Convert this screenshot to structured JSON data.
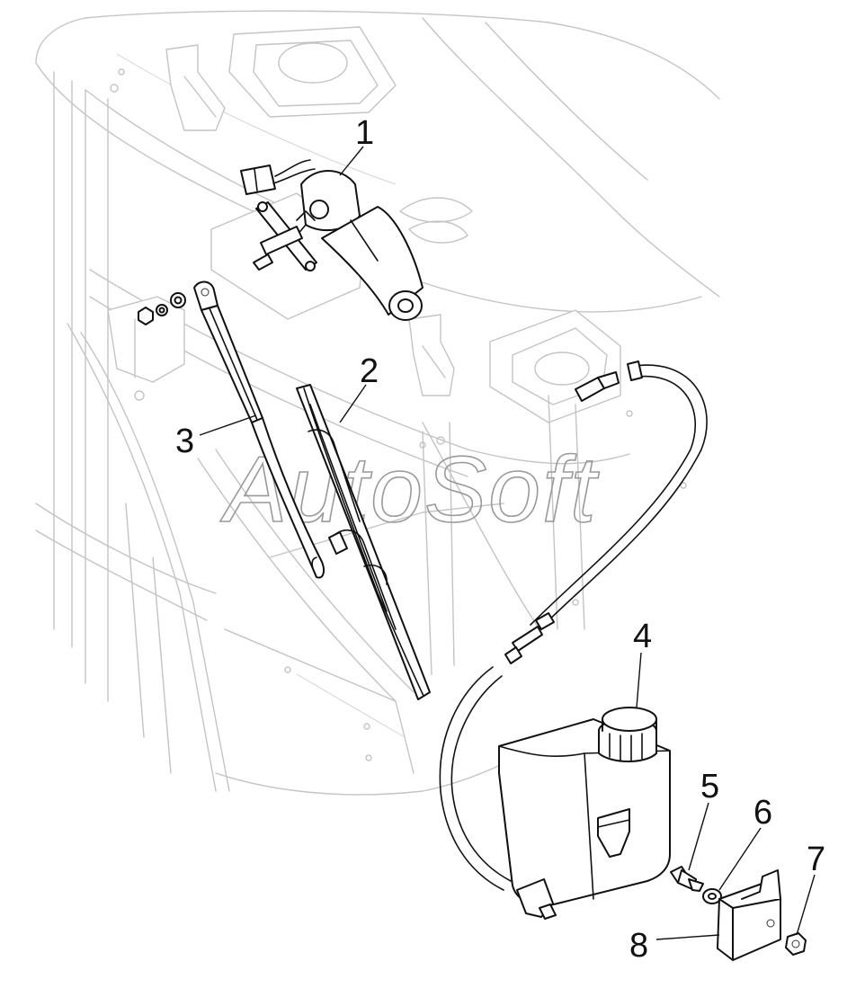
{
  "watermark": "AutoSoft",
  "callouts": [
    {
      "id": "c1",
      "label": "1",
      "part": "wiper-motor"
    },
    {
      "id": "c2",
      "label": "2",
      "part": "wiper-blade"
    },
    {
      "id": "c3",
      "label": "3",
      "part": "wiper-arm"
    },
    {
      "id": "c4",
      "label": "4",
      "part": "washer-reservoir"
    },
    {
      "id": "c5",
      "label": "5",
      "part": "bolt"
    },
    {
      "id": "c6",
      "label": "6",
      "part": "washer"
    },
    {
      "id": "c7",
      "label": "7",
      "part": "nut"
    },
    {
      "id": "c8",
      "label": "8",
      "part": "mounting-bracket"
    }
  ],
  "colors": {
    "ink": "#111111",
    "ghost": "#c4c4c4",
    "watermark": "#9a9a9a",
    "background": "#ffffff"
  }
}
